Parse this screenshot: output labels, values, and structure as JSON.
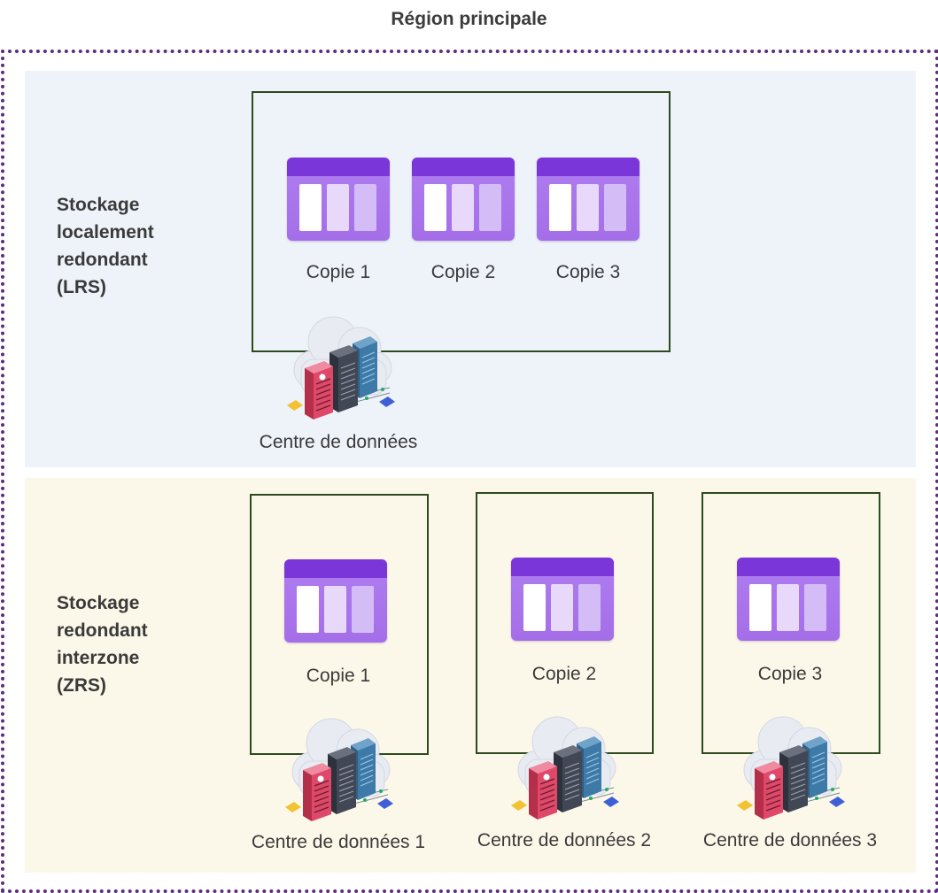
{
  "region": {
    "title": "Région principale"
  },
  "lrs": {
    "label_lines": [
      "Stockage",
      "localement",
      "redondant",
      "(LRS)"
    ],
    "copies": [
      "Copie 1",
      "Copie 2",
      "Copie 3"
    ],
    "datacenter": "Centre de données"
  },
  "zrs": {
    "label_lines": [
      "Stockage",
      "redondant",
      "interzone",
      "(ZRS)"
    ],
    "copies": [
      "Copie 1",
      "Copie 2",
      "Copie 3"
    ],
    "datacenters": [
      "Centre de données 1",
      "Centre de données 2",
      "Centre de données 3"
    ]
  },
  "icons": {
    "storage": "storage-account-icon",
    "datacenter": "datacenter-icon"
  },
  "colors": {
    "region_border": "#5c2d7e",
    "zone_border": "#2d4a1e",
    "storage_bar": "#7a36d8",
    "storage_body": "#a46ee8",
    "lrs_panel": "#eef3f9",
    "zrs_panel": "#fcf8e9"
  }
}
